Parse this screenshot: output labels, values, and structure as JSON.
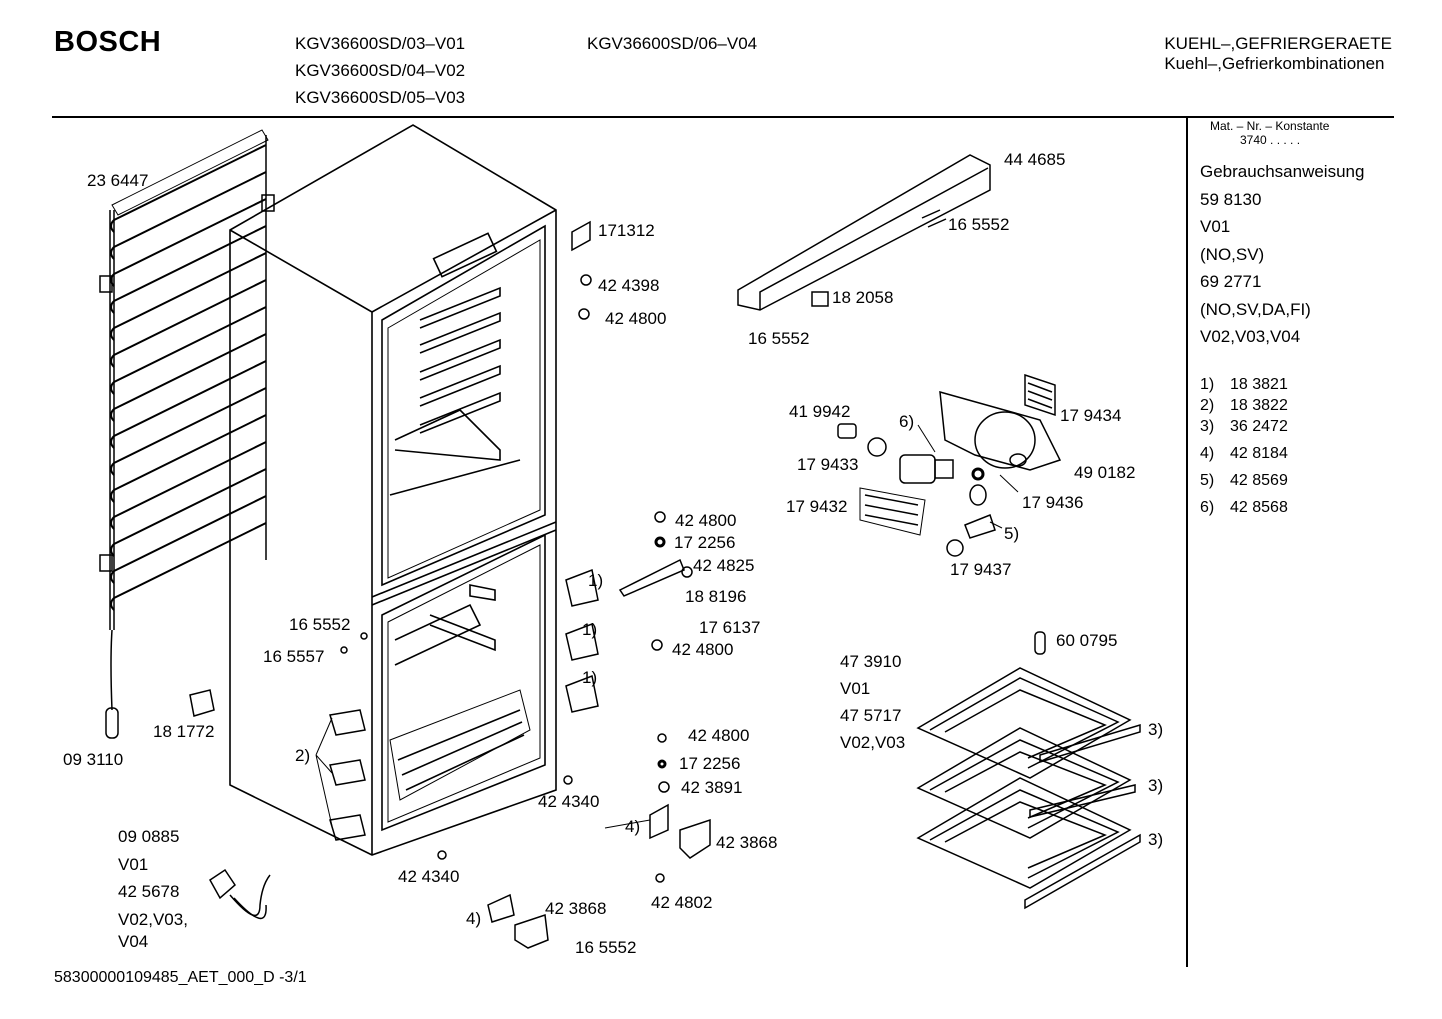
{
  "header": {
    "brand": "BOSCH",
    "models": [
      "KGV36600SD/03–V01",
      "KGV36600SD/04–V02",
      "KGV36600SD/05–V03",
      "KGV36600SD/06–V04"
    ],
    "category_line1": "KUEHL–,GEFRIERGERAETE",
    "category_line2": "Kuehl–,Gefrierkombinationen"
  },
  "sidebar": {
    "mat_label": "Mat. – Nr. – Konstante",
    "mat_value": "3740  .  .  .  .  .",
    "lines": [
      "Gebrauchsanweisung",
      "59 8130",
      "V01",
      "(NO,SV)",
      "69 2771",
      "(NO,SV,DA,FI)",
      "V02,V03,V04"
    ],
    "footnotes": [
      {
        "key": "1)",
        "value": "18 3821"
      },
      {
        "key": "2)",
        "value": "18 3822"
      },
      {
        "key": "3)",
        "value": "36 2472"
      },
      {
        "key": "4)",
        "value": "42 8184"
      },
      {
        "key": "5)",
        "value": "42 8569"
      },
      {
        "key": "6)",
        "value": "42 8568"
      }
    ]
  },
  "parts": [
    {
      "id": "p1",
      "text": "23 6447"
    },
    {
      "id": "p2",
      "text": "171312"
    },
    {
      "id": "p3",
      "text": "42 4398"
    },
    {
      "id": "p4",
      "text": "42 4800"
    },
    {
      "id": "p5",
      "text": "44 4685"
    },
    {
      "id": "p6",
      "text": "16 5552"
    },
    {
      "id": "p7",
      "text": "18 2058"
    },
    {
      "id": "p8",
      "text": "16 5552"
    },
    {
      "id": "p9",
      "text": "41 9942"
    },
    {
      "id": "p10",
      "text": "6)"
    },
    {
      "id": "p11",
      "text": "17 9434"
    },
    {
      "id": "p12",
      "text": "17 9433"
    },
    {
      "id": "p13",
      "text": "49 0182"
    },
    {
      "id": "p14",
      "text": "17 9432"
    },
    {
      "id": "p15",
      "text": "17 9436"
    },
    {
      "id": "p16",
      "text": "5)"
    },
    {
      "id": "p17",
      "text": "17 9437"
    },
    {
      "id": "p18",
      "text": "42 4800"
    },
    {
      "id": "p19",
      "text": "17 2256"
    },
    {
      "id": "p20",
      "text": "42 4825"
    },
    {
      "id": "p21",
      "text": "1)"
    },
    {
      "id": "p22",
      "text": "18 8196"
    },
    {
      "id": "p23",
      "text": "17 6137"
    },
    {
      "id": "p24",
      "text": "1)"
    },
    {
      "id": "p25",
      "text": "42 4800"
    },
    {
      "id": "p26",
      "text": "1)"
    },
    {
      "id": "p27",
      "text": "16 5552"
    },
    {
      "id": "p28",
      "text": "16 5557"
    },
    {
      "id": "p29",
      "text": "60 0795"
    },
    {
      "id": "p30",
      "text": "47 3910"
    },
    {
      "id": "p31",
      "text": "V01"
    },
    {
      "id": "p32",
      "text": "47 5717"
    },
    {
      "id": "p33",
      "text": "V02,V03"
    },
    {
      "id": "p34",
      "text": "18 1772"
    },
    {
      "id": "p35",
      "text": "09 3110"
    },
    {
      "id": "p36",
      "text": "2)"
    },
    {
      "id": "p37",
      "text": "42 4800"
    },
    {
      "id": "p38",
      "text": "17 2256"
    },
    {
      "id": "p39",
      "text": "42 3891"
    },
    {
      "id": "p40",
      "text": "3)"
    },
    {
      "id": "p41",
      "text": "42 4340"
    },
    {
      "id": "p42",
      "text": "3)"
    },
    {
      "id": "p43",
      "text": "4)"
    },
    {
      "id": "p44",
      "text": "42 3868"
    },
    {
      "id": "p45",
      "text": "3)"
    },
    {
      "id": "p46",
      "text": "09 0885"
    },
    {
      "id": "p47",
      "text": "V01"
    },
    {
      "id": "p48",
      "text": "42 5678"
    },
    {
      "id": "p49",
      "text": "V02,V03,"
    },
    {
      "id": "p50",
      "text": "V04"
    },
    {
      "id": "p51",
      "text": "42 4340"
    },
    {
      "id": "p52",
      "text": "42 4802"
    },
    {
      "id": "p53",
      "text": "4)"
    },
    {
      "id": "p54",
      "text": "42 3868"
    },
    {
      "id": "p55",
      "text": "16 5552"
    }
  ],
  "footer": "58300000109485_AET_000_D -3/1"
}
